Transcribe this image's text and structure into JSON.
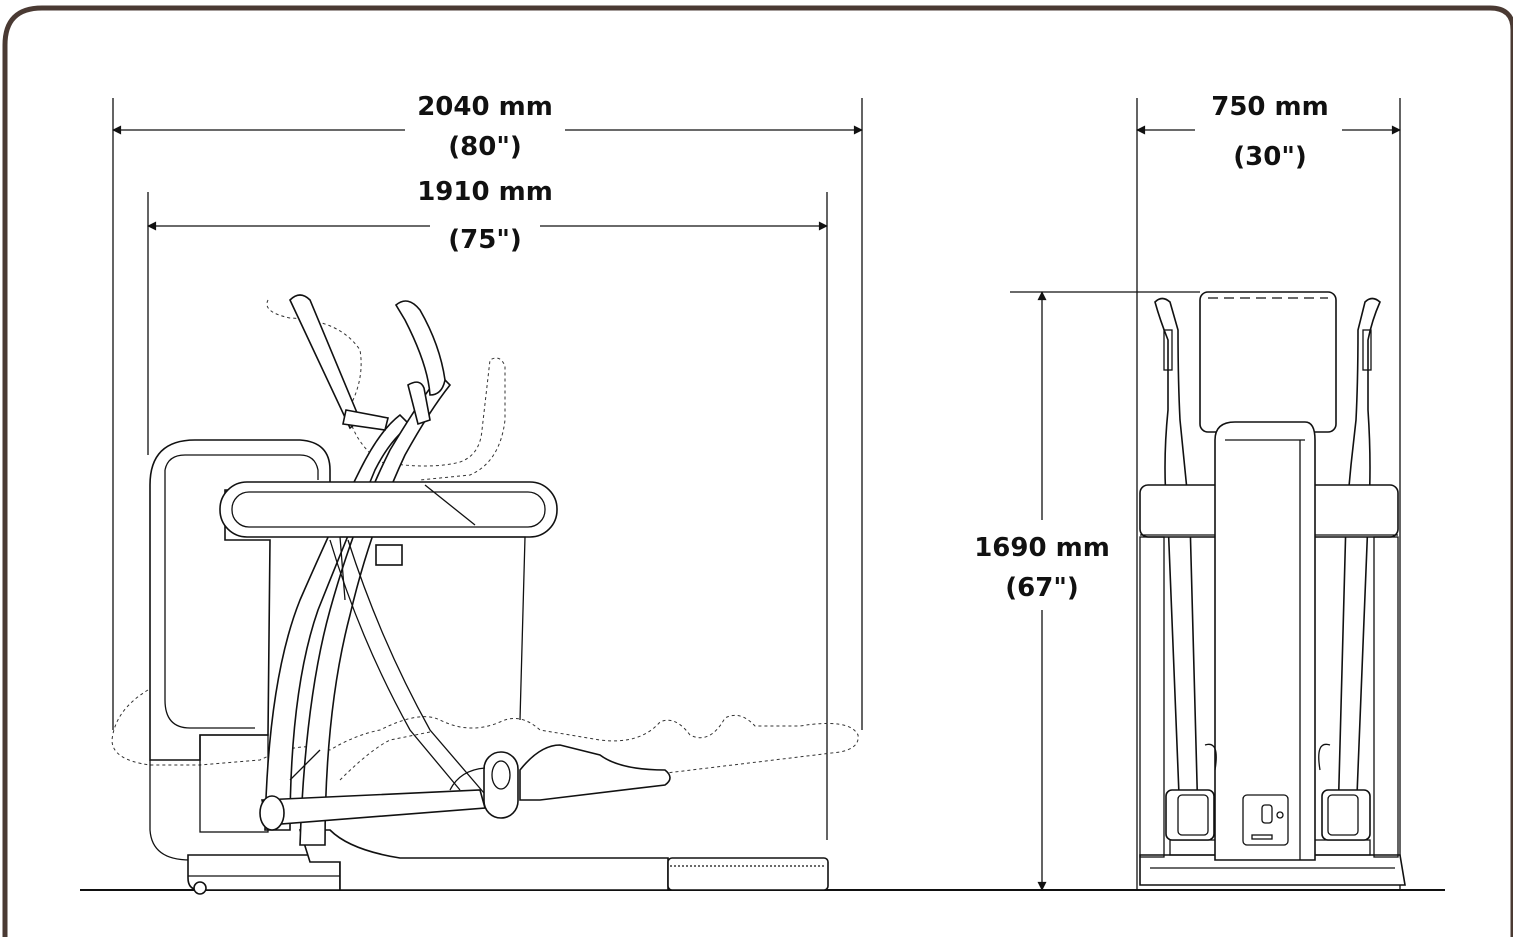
{
  "colors": {
    "frame": "#4a3a33",
    "line": "#111111",
    "background": "#ffffff"
  },
  "dimensions": {
    "side_total_length": {
      "mm": "2040 mm",
      "inch": "(80\")"
    },
    "side_track_length": {
      "mm": "1910 mm",
      "inch": "(75\")"
    },
    "front_width": {
      "mm": "750 mm",
      "inch": "(30\")"
    },
    "height": {
      "mm": "1690 mm",
      "inch": "(67\")"
    }
  }
}
